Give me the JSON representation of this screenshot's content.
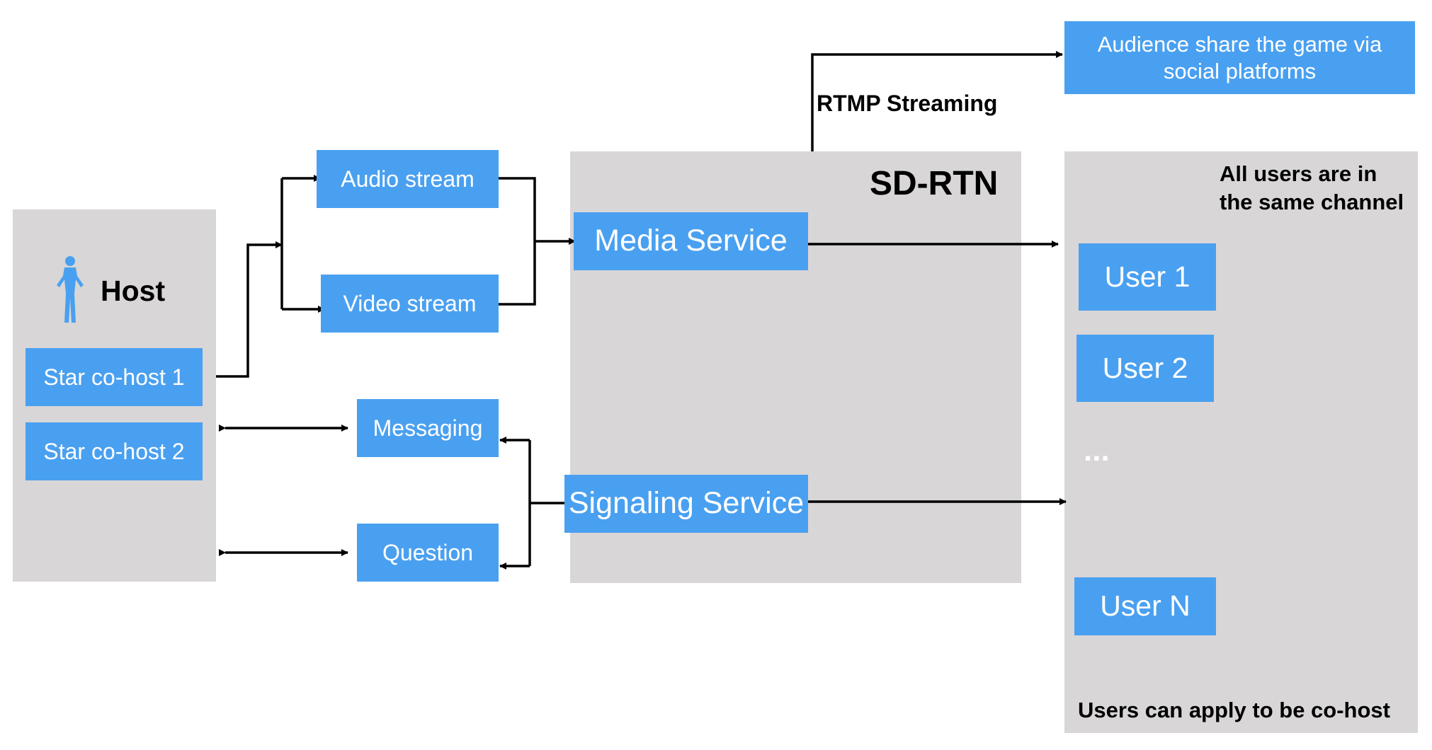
{
  "colors": {
    "box": "#4aa0f0",
    "panel": "#d8d6d7",
    "line": "#000000"
  },
  "host": {
    "title": "Host",
    "icon": "person-icon",
    "cohost1": "Star co-host 1",
    "cohost2": "Star co-host 2"
  },
  "streams": {
    "audio": "Audio stream",
    "video": "Video stream"
  },
  "channels": {
    "messaging": "Messaging",
    "question": "Question"
  },
  "sdrtn": {
    "title": "SD-RTN",
    "media": "Media Service",
    "signaling": "Signaling Service"
  },
  "rtmp": {
    "label": "RTMP Streaming",
    "audience": "Audience share the game via social platforms"
  },
  "users": {
    "header": "All users are in the same channel",
    "user1": "User 1",
    "user2": "User 2",
    "ellipsis": "...",
    "userN": "User N",
    "footer": "Users can apply to be co-host"
  }
}
